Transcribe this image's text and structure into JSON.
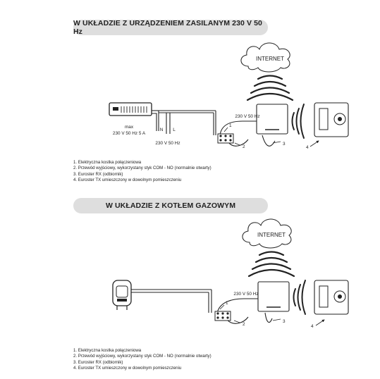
{
  "section1": {
    "title": "W UKŁADZIE Z URZĄDZENIEM ZASILANYM 230 V 50 Hz",
    "internet_label": "INTERNET",
    "device_label_max": "max",
    "device_label_rating": "230 V 50 Hz 5 A",
    "terminal_n": "N",
    "terminal_l": "L",
    "supply_label": "230 V 50 Hz",
    "receiver_supply_label": "230 V 50 Hz",
    "callout_1": "1",
    "callout_2": "2",
    "callout_3": "3",
    "callout_4": "4",
    "legend": [
      "1. Elektryczna kostka połączeniowa",
      "2. Przewód wyjściowy, wykorzystany styk COM - NO (normalnie otwarty)",
      "3. Euroster RX (odbiornik)",
      "4. Euroster TX umieszczony w dowolnym pomieszczeniu"
    ]
  },
  "section2": {
    "title": "W UKŁADZIE Z KOTŁEM GAZOWYM",
    "internet_label": "INTERNET",
    "receiver_supply_label": "230 V 50 Hz",
    "callout_1": "1",
    "callout_2": "2",
    "callout_3": "3",
    "callout_4": "4",
    "legend": [
      "1. Elektryczna kostka połączeniowa",
      "2. Przewód wyjściowy, wykorzystany styk COM - NO (normalnie otwarty)",
      "3. Euroster RX (odbiornik)",
      "4. Euroster TX umieszczony w dowolnym pomieszczeniu"
    ]
  }
}
